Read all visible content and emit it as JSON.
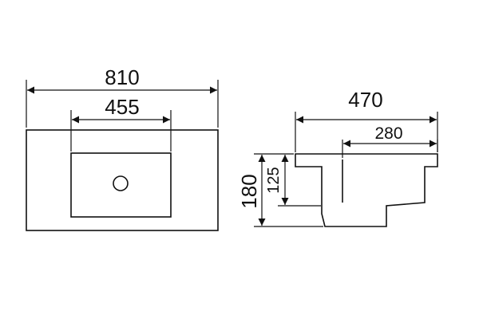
{
  "dimensions": {
    "top_width": "810",
    "top_bowl_width": "455",
    "side_depth": "470",
    "side_bowl_depth": "280",
    "side_total_height": "180",
    "side_bowl_height": "125"
  },
  "colors": {
    "line": "#111111",
    "background": "#ffffff"
  }
}
